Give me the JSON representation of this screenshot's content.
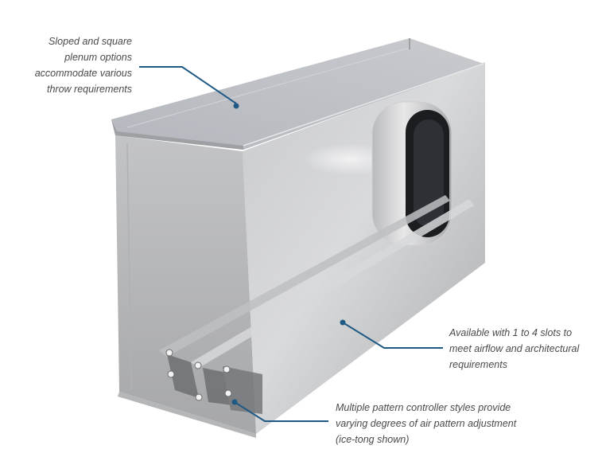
{
  "figure": {
    "subject": "Linear slot diffuser with plenum",
    "accent_color": "#1f5a85",
    "text_color": "#4a4a4a"
  },
  "callouts": [
    {
      "id": "plenum-options",
      "lines": [
        "Sloped and square",
        "plenum options",
        "accommodate various",
        "throw requirements"
      ],
      "align": "right"
    },
    {
      "id": "slot-count",
      "lines": [
        "Available with 1 to 4 slots to",
        "meet airflow and architectural",
        "requirements"
      ],
      "align": "left"
    },
    {
      "id": "pattern-controller",
      "lines": [
        "Multiple pattern controller styles provide",
        "varying degrees of air pattern adjustment",
        "(ice-tong shown)"
      ],
      "align": "left"
    }
  ]
}
